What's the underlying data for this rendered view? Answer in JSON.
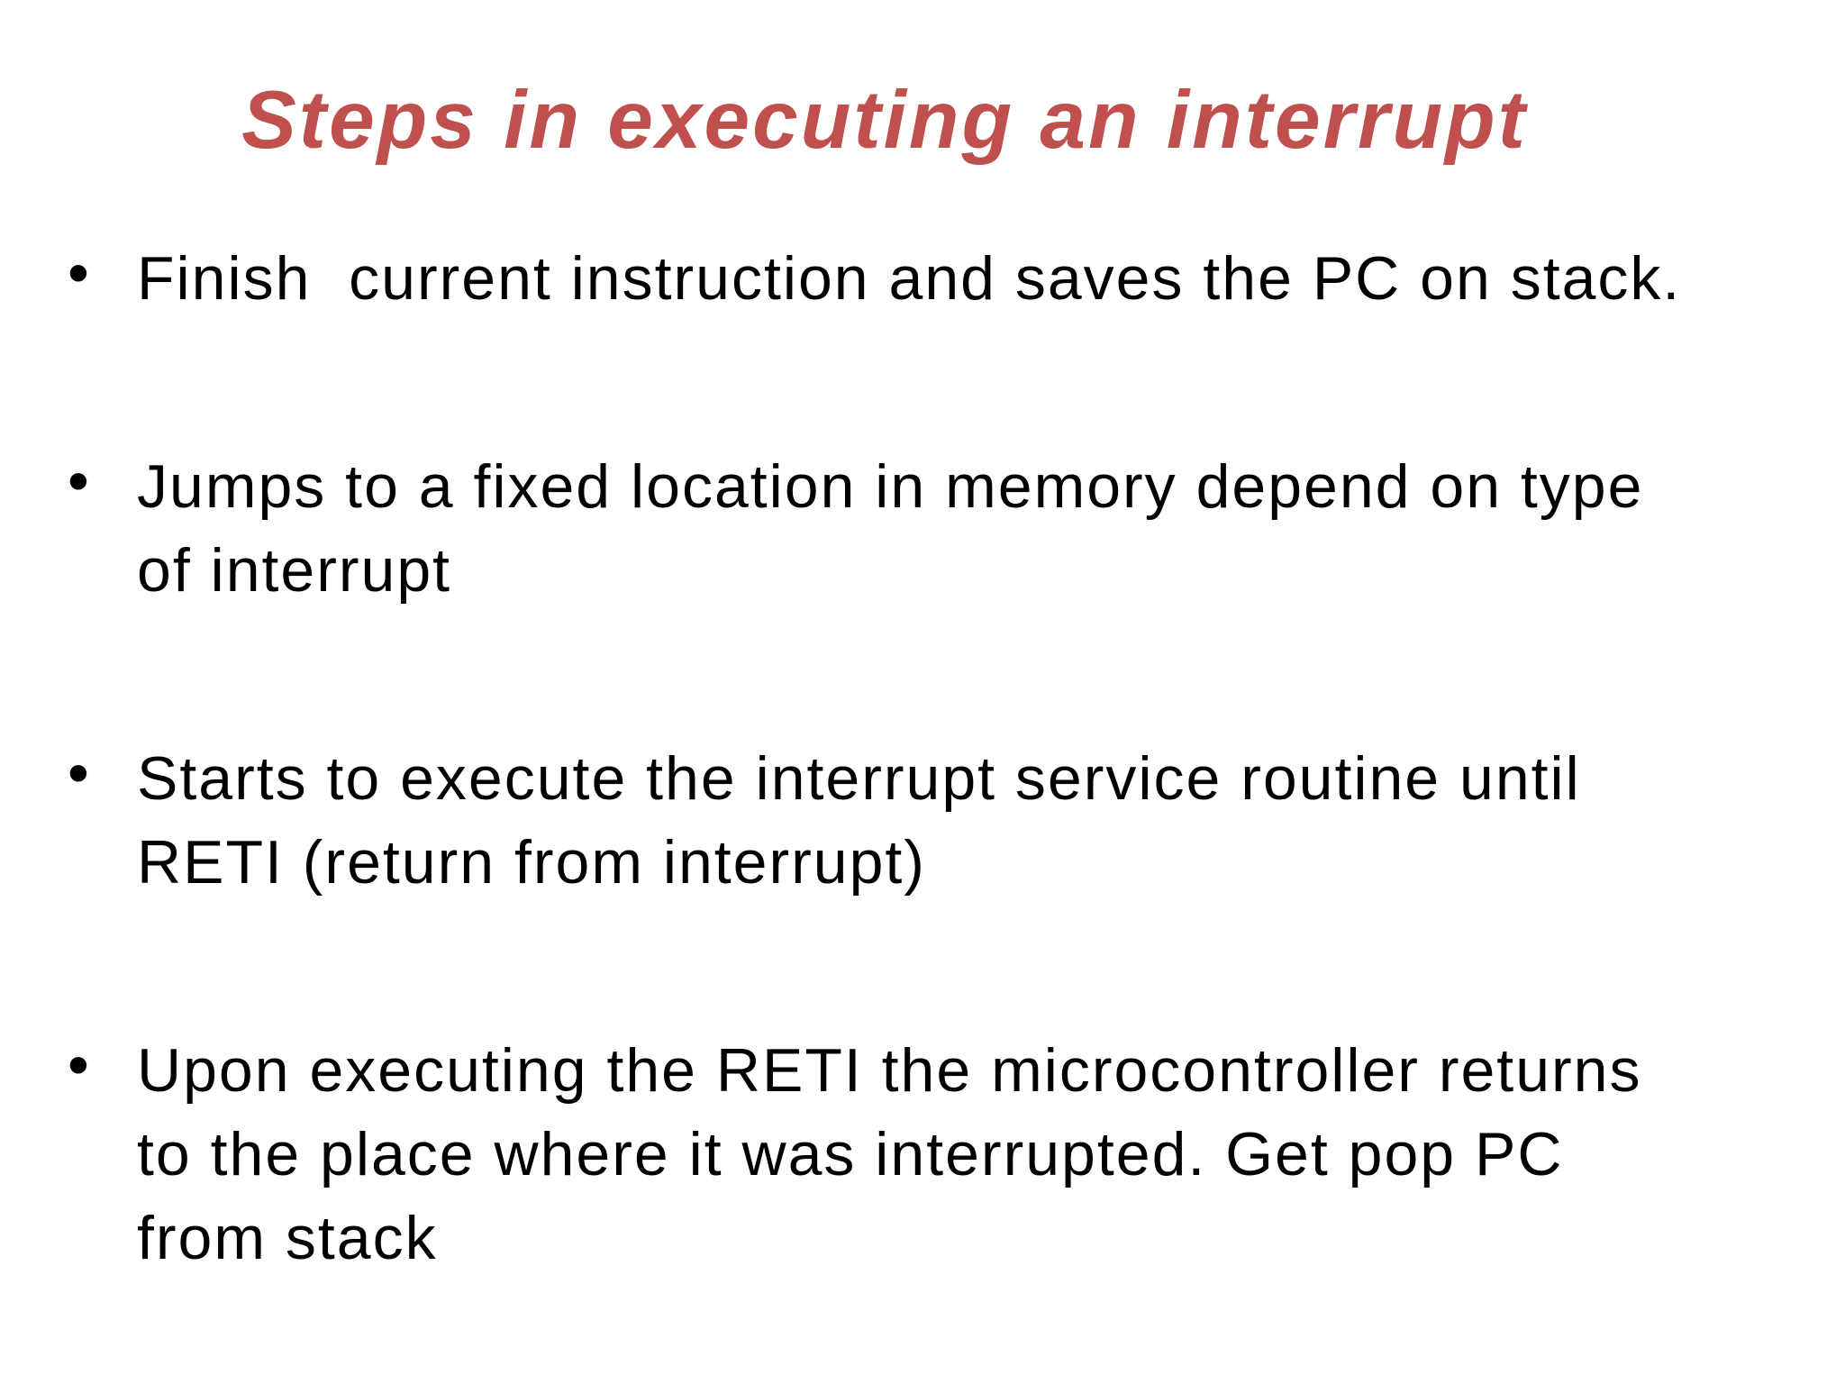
{
  "slide": {
    "title": "Steps in executing an interrupt",
    "bullet_char": "•",
    "bullets": [
      {
        "text": "Finish  current instruction and saves the PC on stack."
      },
      {
        "text": "Jumps to a fixed location in memory depend on type\nof interrupt"
      },
      {
        "text": "Starts to execute the interrupt service routine until\nRETI (return from interrupt)"
      },
      {
        "text": "Upon executing the RETI the microcontroller returns\nto the place where it was interrupted. Get pop PC\nfrom stack"
      }
    ]
  },
  "colors": {
    "title": "#C0504D",
    "body_text": "#000000",
    "background": "#FFFFFF"
  }
}
